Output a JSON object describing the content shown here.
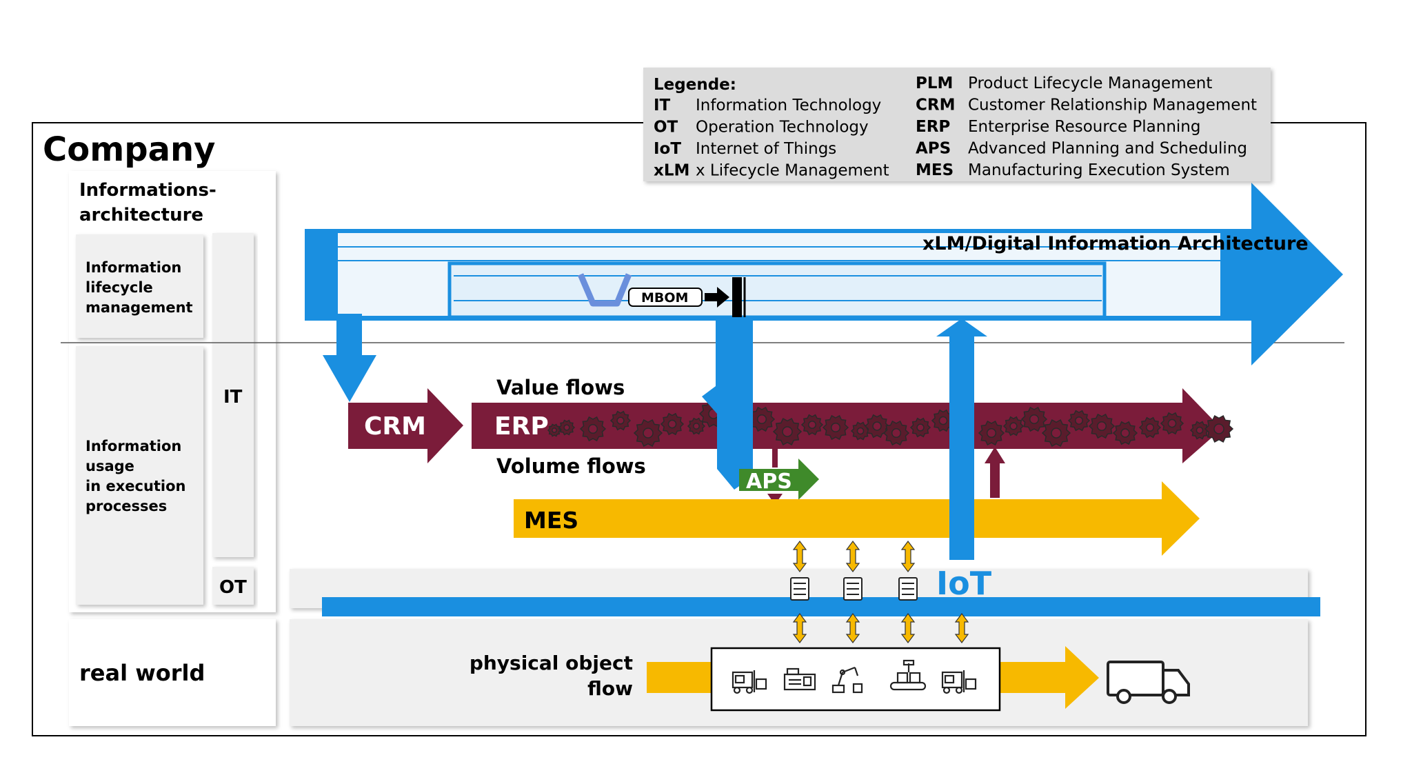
{
  "company_title": "Company",
  "legend": {
    "heading": "Legende:",
    "left": [
      {
        "abbr": "IT",
        "desc": "Information Technology"
      },
      {
        "abbr": "OT",
        "desc": "Operation Technology"
      },
      {
        "abbr": "IoT",
        "desc": "Internet of Things"
      },
      {
        "abbr": "xLM",
        "desc": "x Lifecycle Management"
      }
    ],
    "right": [
      {
        "abbr": "PLM",
        "desc": "Product Lifecycle Management"
      },
      {
        "abbr": "CRM",
        "desc": "Customer Relationship Management"
      },
      {
        "abbr": "ERP",
        "desc": "Enterprise Resource Planning"
      },
      {
        "abbr": "APS",
        "desc": "Advanced Planning and Scheduling"
      },
      {
        "abbr": "MES",
        "desc": "Manufacturing Execution System"
      }
    ]
  },
  "sidebar": {
    "heading_line1": "Informations-",
    "heading_line2": "architecture",
    "ilm_line1": "Information",
    "ilm_line2": "lifecycle",
    "ilm_line3": "management",
    "usage_line1": "Information",
    "usage_line2": "usage",
    "usage_line3": "in execution",
    "usage_line4": "processes",
    "it_label": "IT",
    "ot_label": "OT",
    "real_world": "real world"
  },
  "flows": {
    "xlm_label": "xLM/Digital Information Architecture",
    "mbom_label": "MBOM",
    "value_flows": "Value flows",
    "volume_flows": "Volume flows",
    "crm_label": "CRM",
    "erp_label": "ERP",
    "aps_label": "APS",
    "mes_label": "MES",
    "iot_label": "IoT",
    "physical_line1": "physical object",
    "physical_line2": "flow"
  },
  "colors": {
    "blue": "#1a8fe0",
    "light_blue": "#bfe0f6",
    "maroon": "#7b1c3a",
    "green": "#3f8a2a",
    "yellow": "#f7b900",
    "panel_gray": "#f0f0f0",
    "legend_gray": "#dcdcdc"
  }
}
